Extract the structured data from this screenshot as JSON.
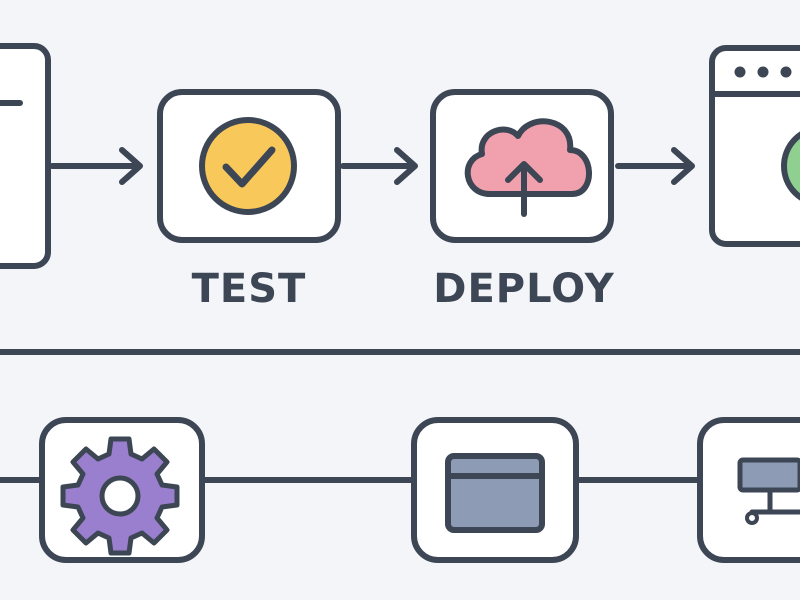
{
  "colors": {
    "background": "#f4f5f9",
    "stroke": "#3d4654",
    "card_fill": "#ffffff",
    "check_fill": "#f8c85a",
    "cloud_fill": "#f0a1ad",
    "globe_fill": "#8fcf8f",
    "gear_fill": "#9b7fcf",
    "window_fill": "#8d9bb5",
    "monitor_fill": "#8d9bb5"
  },
  "top_flow": {
    "stages": [
      {
        "id": "code",
        "label": "",
        "icon": "code-document-icon"
      },
      {
        "id": "test",
        "label": "TEST",
        "icon": "checkmark-circle-icon"
      },
      {
        "id": "deploy",
        "label": "DEPLOY",
        "icon": "cloud-upload-icon"
      },
      {
        "id": "release",
        "label": "",
        "icon": "browser-window-globe-icon"
      }
    ]
  },
  "bottom_flow": {
    "nodes": [
      {
        "id": "settings",
        "icon": "gear-icon"
      },
      {
        "id": "app-window",
        "icon": "app-window-icon"
      },
      {
        "id": "monitor",
        "icon": "monitor-network-icon"
      }
    ]
  }
}
